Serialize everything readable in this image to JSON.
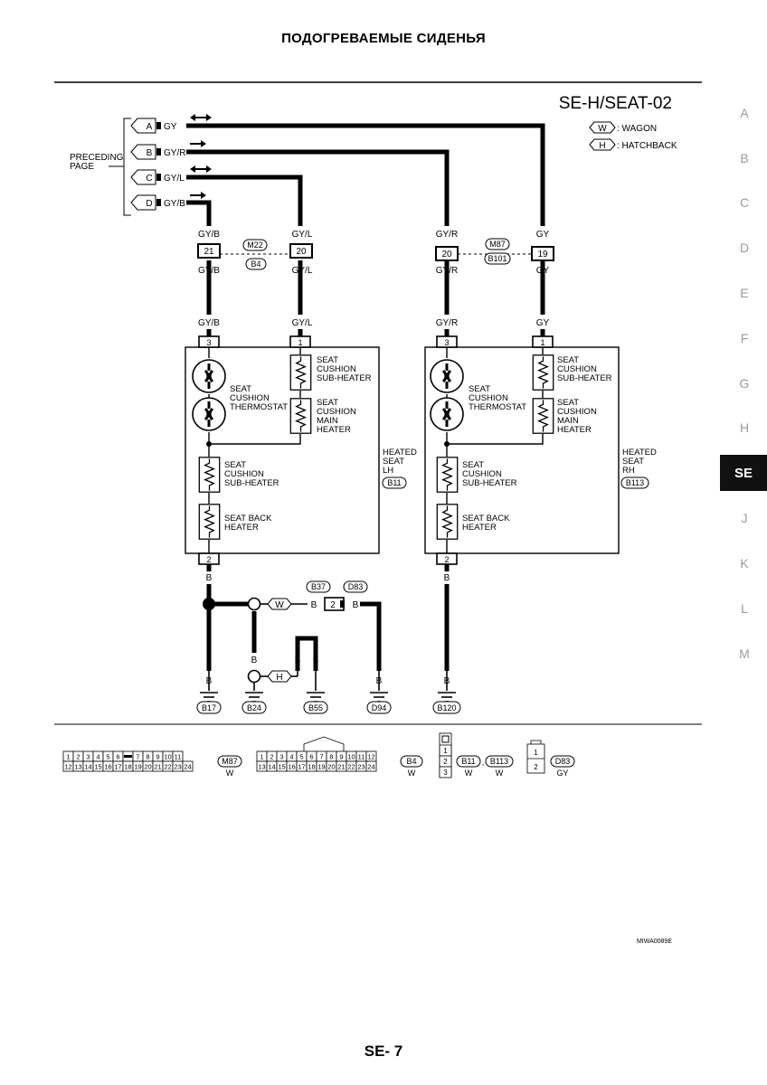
{
  "page": {
    "title": "ПОДОГРЕВАЕМЫЕ СИДЕНЬЯ",
    "page_number": "SE- 7"
  },
  "side_tabs": [
    "A",
    "B",
    "C",
    "D",
    "E",
    "F",
    "G",
    "H",
    "SE",
    "J",
    "K",
    "L",
    "M"
  ],
  "active_tab": "SE",
  "diagram": {
    "code": "SE-H/SEAT-02",
    "figure_id": "MIWA0089E",
    "legend": [
      {
        "symbol": "W",
        "text": ": WAGON"
      },
      {
        "symbol": "H",
        "text": ": HATCHBACK"
      }
    ],
    "preceding_page": [
      "PRECEDING",
      "PAGE"
    ],
    "inputs": [
      {
        "letter": "A",
        "wire": "GY"
      },
      {
        "letter": "B",
        "wire": "GY/R"
      },
      {
        "letter": "C",
        "wire": "GY/L"
      },
      {
        "letter": "D",
        "wire": "GY/B"
      }
    ],
    "joints": {
      "left": {
        "pins": [
          "21",
          "20"
        ],
        "connectors": [
          "M22",
          "B4"
        ]
      },
      "right": {
        "pins": [
          "20",
          "19"
        ],
        "connectors": [
          "M87",
          "B101"
        ]
      }
    },
    "wire_labels": {
      "gyb": "GY/B",
      "gyl": "GY/L",
      "gyr": "GY/R",
      "gy": "GY",
      "b": "B",
      "w": "W",
      "h": "H"
    },
    "seat_lh": {
      "pins": [
        "3",
        "1",
        "2"
      ],
      "label": [
        "HEATED",
        "SEAT",
        "LH"
      ],
      "connector": "B11",
      "components": {
        "cushion_sub_top": [
          "SEAT",
          "CUSHION",
          "SUB-HEATER"
        ],
        "thermostat": [
          "SEAT",
          "CUSHION",
          "THERMOSTAT"
        ],
        "main_heater": [
          "SEAT",
          "CUSHION",
          "MAIN",
          "HEATER"
        ],
        "cushion_sub_bottom": [
          "SEAT",
          "CUSHION",
          "SUB-HEATER"
        ],
        "back_heater": [
          "SEAT BACK",
          "HEATER"
        ]
      }
    },
    "seat_rh": {
      "pins": [
        "3",
        "1",
        "2"
      ],
      "label": [
        "HEATED",
        "SEAT",
        "RH"
      ],
      "connector": "B113",
      "components": {
        "cushion_sub_top": [
          "SEAT",
          "CUSHION",
          "SUB-HEATER"
        ],
        "thermostat": [
          "SEAT",
          "CUSHION",
          "THERMOSTAT"
        ],
        "main_heater": [
          "SEAT",
          "CUSHION",
          "MAIN",
          "HEATER"
        ],
        "cushion_sub_bottom": [
          "SEAT",
          "CUSHION",
          "SUB-HEATER"
        ],
        "back_heater": [
          "SEAT BACK",
          "HEATER"
        ]
      }
    },
    "ground_joint": {
      "pin": "2",
      "connectors": [
        "B37",
        "D83"
      ]
    },
    "grounds": [
      "B17",
      "B24",
      "B55",
      "D94",
      "B120"
    ],
    "connector_views": [
      {
        "id": "M87",
        "color": "W",
        "row1": [
          "1",
          "2",
          "3",
          "4",
          "5",
          "6",
          "",
          "7",
          "8",
          "9",
          "10",
          "11"
        ],
        "row2": [
          "12",
          "13",
          "14",
          "15",
          "16",
          "17",
          "18",
          "19",
          "20",
          "21",
          "22",
          "23",
          "24"
        ]
      },
      {
        "id": "B4",
        "color": "W",
        "row1": [
          "1",
          "2",
          "3",
          "4",
          "5",
          "6",
          "7",
          "8",
          "9",
          "10",
          "11",
          "12"
        ],
        "row2": [
          "13",
          "14",
          "15",
          "16",
          "17",
          "18",
          "19",
          "20",
          "21",
          "22",
          "23",
          "24"
        ]
      },
      {
        "ids": [
          "B11",
          "B113"
        ],
        "separator": ",",
        "colors": [
          "W",
          "W"
        ],
        "pins": [
          "1",
          "2",
          "3"
        ]
      },
      {
        "id": "D83",
        "color": "GY",
        "pins": [
          "1",
          "2"
        ]
      }
    ]
  }
}
